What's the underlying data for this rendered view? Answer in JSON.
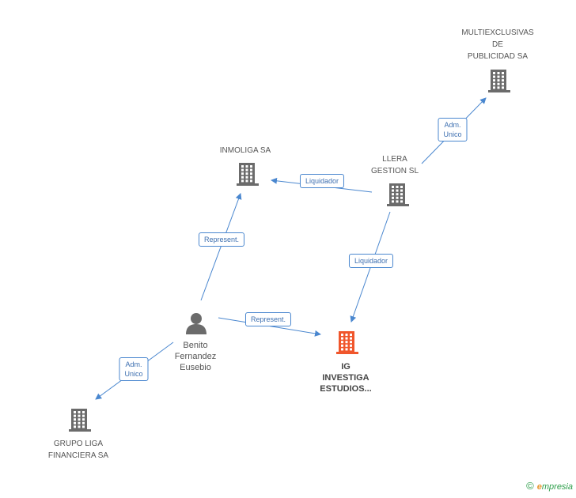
{
  "nodes": {
    "multi": {
      "label": "MULTIEXCLUSIVAS\nDE\nPUBLICIDAD SA",
      "type": "company"
    },
    "inmoliga": {
      "label": "INMOLIGA SA",
      "type": "company"
    },
    "llera": {
      "label": "LLERA\nGESTION  SL",
      "type": "company"
    },
    "ig": {
      "label": "IG\nINVESTIGA\nESTUDIOS...",
      "type": "company-focus"
    },
    "benito": {
      "label": "Benito\nFernandez\nEusebio",
      "type": "person"
    },
    "grupo": {
      "label": "GRUPO LIGA\nFINANCIERA SA",
      "type": "company"
    }
  },
  "edges": {
    "llera_multi": {
      "label": "Adm.\nUnico"
    },
    "llera_inmoliga": {
      "label": "Liquidador"
    },
    "llera_ig": {
      "label": "Liquidador"
    },
    "benito_inmoliga": {
      "label": "Represent."
    },
    "benito_ig": {
      "label": "Represent."
    },
    "benito_grupo": {
      "label": "Adm.\nUnico"
    }
  },
  "colors": {
    "edge": "#4a87cf",
    "company_icon": "#6b6b6b",
    "focus_icon": "#f0562c",
    "person_icon": "#6b6b6b"
  },
  "footer": {
    "copyright": "©",
    "brand_e": "e",
    "brand_rest": "mpresia"
  }
}
